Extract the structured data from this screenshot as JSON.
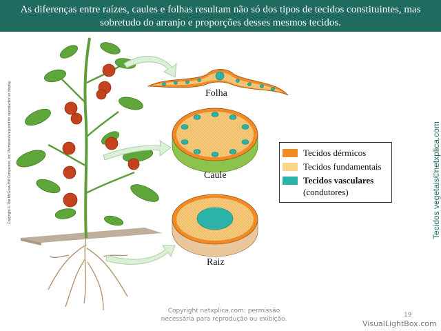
{
  "header": {
    "line1": "As diferenças entre raízes, caules e folhas resultam não só dos tipos de tecidos constituintes, mas",
    "line2": "sobretudo do arranjo e proporções desses mesmos tecidos."
  },
  "diagram": {
    "labels": {
      "leaf": "Folha",
      "stem": "Caule",
      "root": "Raiz"
    }
  },
  "legend": {
    "items": [
      {
        "label": "Tecidos dérmicos",
        "color": "#f08a24"
      },
      {
        "label": "Tecidos fundamentais",
        "color": "#fbd58a"
      },
      {
        "label": "Tecidos vasculares",
        "sub": "(condutores)",
        "color": "#2bb3a8"
      }
    ]
  },
  "side": {
    "copyright": "Copyright © The McGraw-Hill Companies, Inc. Permission required for reproduction or display.",
    "site": "Tecidos vegetais©netxplica.com"
  },
  "footer": {
    "line1": "Copyright netxplica.com: permissão",
    "line2": "necessária para reprodução ou exibição.",
    "page": "19",
    "watermark": "VisualLightBox.com"
  }
}
